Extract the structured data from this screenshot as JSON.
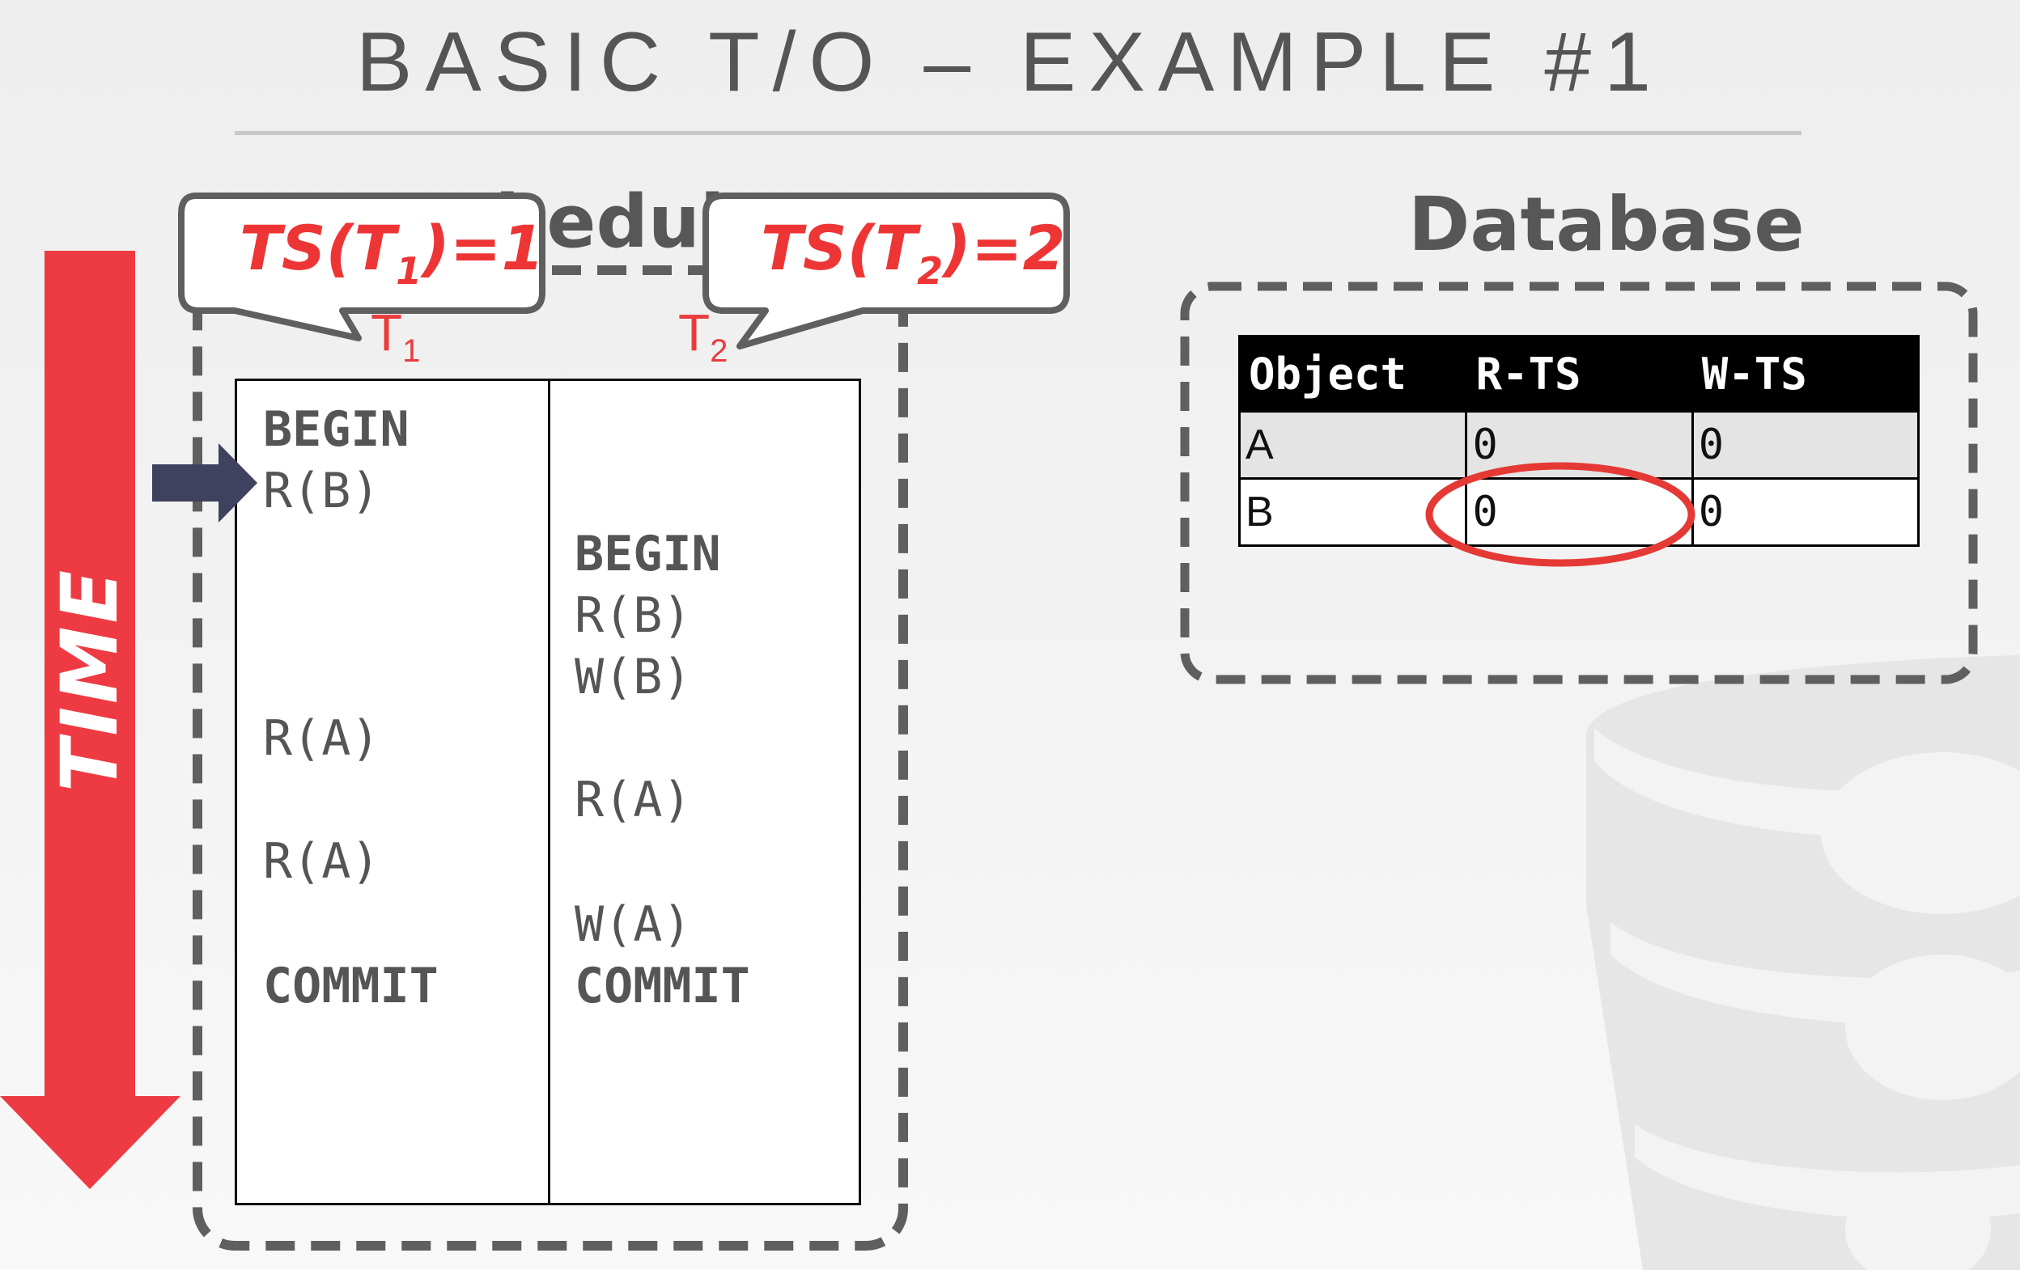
{
  "slide": {
    "title": "BASIC T/O – EXAMPLE #1"
  },
  "time_arrow": {
    "label": "TIME",
    "color": "#ee3b43"
  },
  "schedule": {
    "heading": "Schedule",
    "t1_label": "T",
    "t1_sub": "1",
    "t2_label": "T",
    "t2_sub": "2",
    "t1_ops": [
      "BEGIN",
      "R(B)",
      "R(A)",
      "R(A)",
      "COMMIT"
    ],
    "t2_ops": [
      "BEGIN",
      "R(B)",
      "W(B)",
      "R(A)",
      "W(A)",
      "COMMIT"
    ]
  },
  "callouts": {
    "t1": {
      "prefix": "TS(T",
      "sub": "1",
      "suffix": ")=1"
    },
    "t2": {
      "prefix": "TS(T",
      "sub": "2",
      "suffix": ")=2"
    }
  },
  "database": {
    "heading": "Database",
    "columns": [
      "Object",
      "R-TS",
      "W-TS"
    ],
    "rows": [
      {
        "object": "A",
        "r_ts": "0",
        "w_ts": "0"
      },
      {
        "object": "B",
        "r_ts": "0",
        "w_ts": "0"
      }
    ],
    "highlight": "B R-TS"
  },
  "colors": {
    "accent_red": "#ee3b43",
    "pointer_navy": "#3f425e",
    "text_gray": "#555555"
  }
}
